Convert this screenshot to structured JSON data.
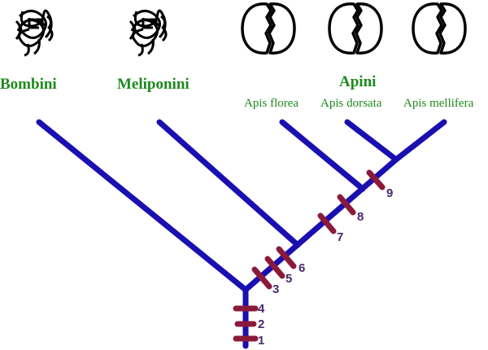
{
  "taxa": {
    "bombini": "Bombini",
    "meliponini": "Meliponini",
    "apini": "Apini",
    "apis_florea": "Apis florea",
    "apis_dorsata": "Apis dorsata",
    "apis_mellifera": "Apis mellifera"
  },
  "markers": [
    "1",
    "2",
    "4",
    "3",
    "5",
    "6",
    "7",
    "8",
    "9"
  ],
  "colors": {
    "branch": "#1a0fb0",
    "marker": "#8b1a3a",
    "marker_label": "#4a2a6a",
    "taxon_label": "#1e8a1e",
    "icon": "#000000"
  },
  "icons": {
    "tangled_nest": "tangled-nest-icon",
    "comb": "comb-icon"
  }
}
